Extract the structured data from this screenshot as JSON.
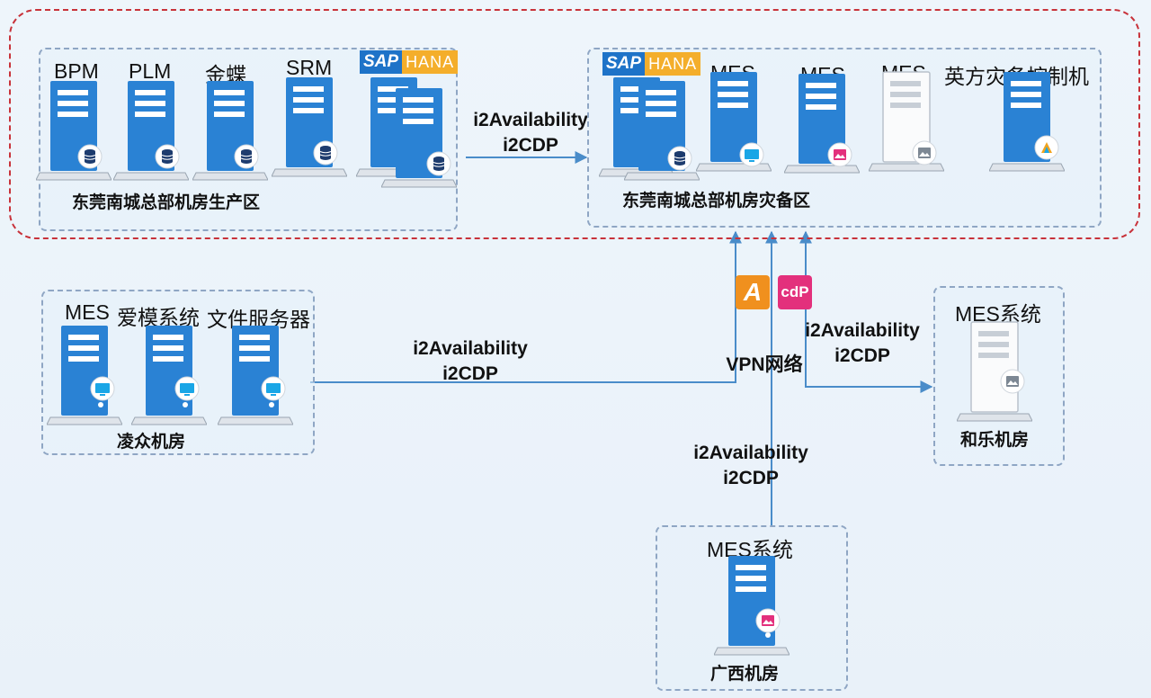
{
  "regions": {
    "production": {
      "label": "东莞南城总部机房生产区",
      "systems": [
        "BPM",
        "PLM",
        "金蝶",
        "SRM"
      ],
      "sap": "SAP",
      "hana": "HANA"
    },
    "dr": {
      "label": "东莞南城总部机房灾备区",
      "sap": "SAP",
      "hana": "HANA",
      "systems": [
        "MES",
        "MES",
        "MES",
        "英方灾备控制机"
      ]
    },
    "lingzhong": {
      "label": "凌众机房",
      "systems": [
        "MES",
        "爱模系统",
        "文件服务器"
      ]
    },
    "hele": {
      "label": "和乐机房",
      "system": "MES系统"
    },
    "guangxi": {
      "label": "广西机房",
      "system": "MES系统"
    }
  },
  "links": {
    "prod_to_dr": {
      "line1": "i2Availability",
      "line2": "i2CDP"
    },
    "lingzhong": {
      "line1": "i2Availability",
      "line2": "i2CDP"
    },
    "hele": {
      "line1": "i2Availability",
      "line2": "i2CDP"
    },
    "guangxi": {
      "line1": "i2Availability",
      "line2": "i2CDP"
    }
  },
  "network": {
    "label": "VPN网络",
    "badge_a": "A",
    "badge_cdp": "cdP",
    "badge_a_color": "#f0901e",
    "badge_cdp_color": "#e3307c"
  },
  "colors": {
    "server": "#2378c9",
    "line": "#4a8cc9",
    "outline": "#c8323a"
  }
}
